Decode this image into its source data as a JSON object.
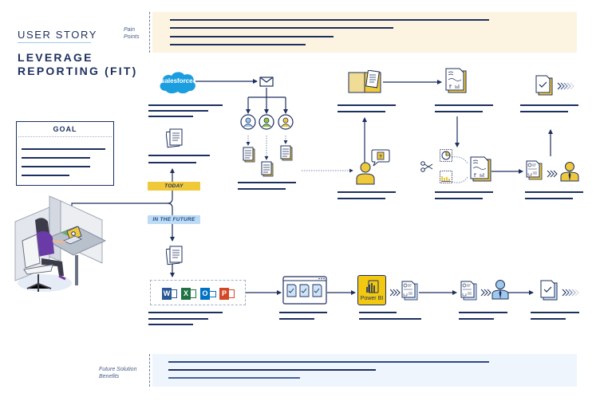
{
  "header": {
    "eyebrow": "USER STORY",
    "title": "LEVERAGE REPORTING (FIT)"
  },
  "bands": {
    "pain_points": {
      "label_line1": "Pain",
      "label_line2": "Points",
      "bg": "#fcf4e1"
    },
    "future_benefits": {
      "label_line1": "Future Solution",
      "label_line2": "Benefits",
      "bg": "#eef5fc"
    }
  },
  "goal": {
    "title": "GOAL"
  },
  "timeline": {
    "today": "TODAY",
    "future": "IN THE FUTURE"
  },
  "apps": {
    "salesforce": "salesforce",
    "powerbi": "Power BI",
    "office": [
      "W",
      "X",
      "O",
      "P"
    ]
  },
  "icons": {
    "salesforce": "salesforce-cloud-icon",
    "email": "envelope-icon",
    "users": [
      "user-circle-blue-icon",
      "user-circle-green-icon",
      "user-circle-yellow-icon"
    ],
    "documents": "document-stack-icon",
    "folder": "folder-document-icon",
    "report": "report-document-icon",
    "approved": "checked-document-icon",
    "person_question": "person-question-icon",
    "scissors": "scissors-icon",
    "pie": "pie-chart-icon",
    "bar": "bar-chart-icon",
    "manager": "manager-icon",
    "browser": "browser-window-icon",
    "powerbi": "power-bi-icon",
    "office": "office-suite-icon",
    "chevrons": "chevron-arrows-icon",
    "desk": "office-worker-illustration"
  },
  "colors": {
    "navy": "#1d2f5e",
    "yellow": "#f0c93a",
    "light_blue": "#bcdcf5",
    "salesforce_blue": "#1b9ee0",
    "cream": "#fcf4e1",
    "pale_blue": "#eef5fc"
  }
}
